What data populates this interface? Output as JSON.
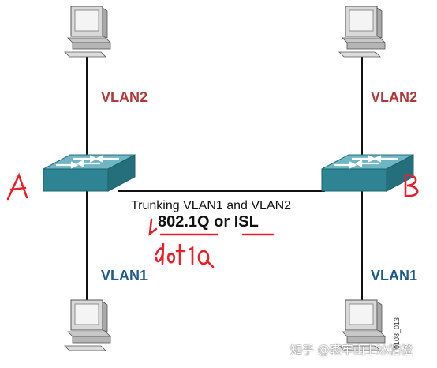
{
  "labels": {
    "top_left_vlan": "VLAN2",
    "top_right_vlan": "VLAN2",
    "bottom_left_vlan": "VLAN1",
    "bottom_right_vlan": "VLAN1",
    "trunk": "Trunking VLAN1 and VLAN2",
    "protocol": "802.1Q or ISL"
  },
  "annotations": {
    "switch_a": "A",
    "switch_b": "B",
    "handwritten_note": "dot1Q"
  },
  "watermark": "知乎 @裘牢山上冰糖橙",
  "figure_id": "0108_013",
  "colors": {
    "vlan2": "#b03a3a",
    "vlan1": "#1f5a8a",
    "switch_top": "#6fb6c4",
    "switch_side": "#2f8494",
    "annotation_red": "#e8202a"
  }
}
